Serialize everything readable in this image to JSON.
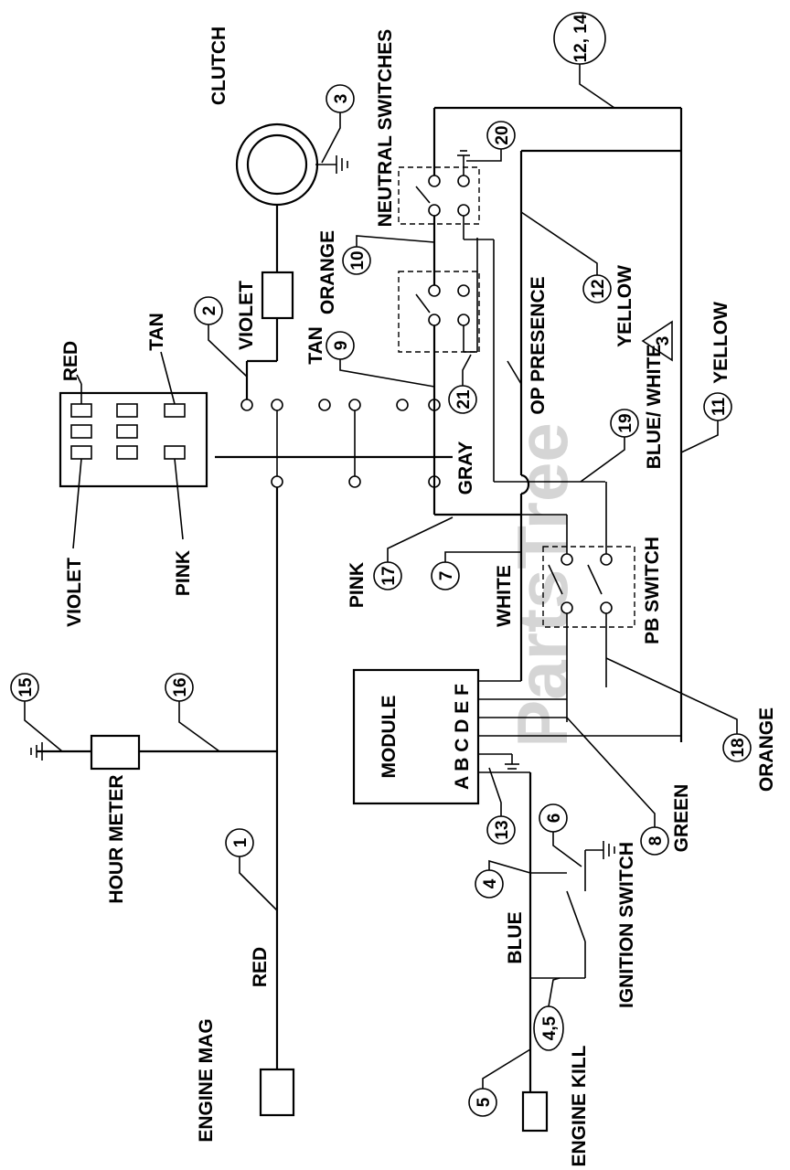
{
  "labels": {
    "clutch": "CLUTCH",
    "neutral_switches": "NEUTRAL SWITCHES",
    "orange_top": "ORANGE",
    "tan_mid": "TAN",
    "violet_mid": "VIOLET",
    "red_conn": "RED",
    "tan_conn": "TAN",
    "violet_conn": "VIOLET",
    "pink_conn": "PINK",
    "gray": "GRAY",
    "pink_mid": "PINK",
    "white": "WHITE",
    "op_presence": "OP PRESENCE",
    "yellow_top": "YELLOW",
    "blue_white": "BLUE/ WHITE",
    "blue_white_note": "3",
    "yellow_right": "YELLOW",
    "pb_switch": "PB SWITCH",
    "module": "MODULE",
    "module_terms": "A B C D E F",
    "orange_bottom": "ORANGE",
    "green": "GREEN",
    "hour_meter": "HOUR METER",
    "red_bottom": "RED",
    "engine_mag": "ENGINE MAG",
    "blue": "BLUE",
    "ignition_switch": "IGNITION SWITCH",
    "engine_kill": "ENGINE KILL"
  },
  "callouts": {
    "c1": "1",
    "c2": "2",
    "c3": "3",
    "c4": "4",
    "c45": "4,5",
    "c5": "5",
    "c6": "6",
    "c7": "7",
    "c8": "8",
    "c9": "9",
    "c10": "10",
    "c11": "11",
    "c12": "12",
    "c1214": "12, 14",
    "c13": "13",
    "c15": "15",
    "c16": "16",
    "c17": "17",
    "c18": "18",
    "c19": "19",
    "c20": "20",
    "c21": "21"
  },
  "watermark": "PartsTree"
}
